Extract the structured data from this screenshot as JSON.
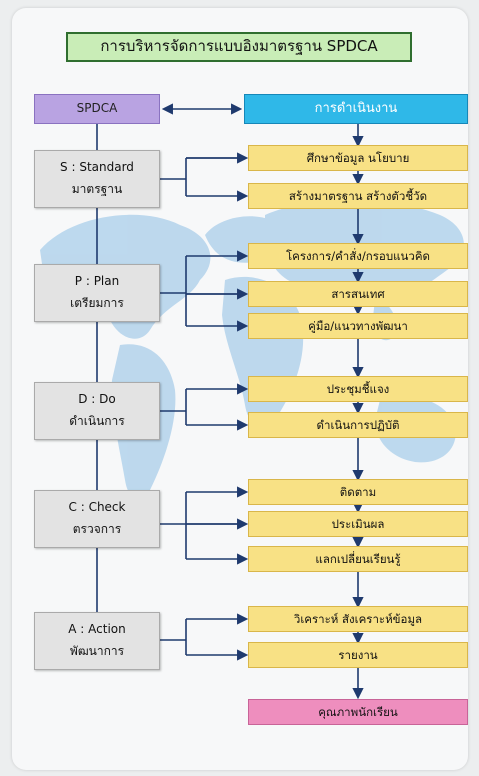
{
  "title": "การบริหารจัดการแบบอิงมาตรฐาน SPDCA",
  "headers": {
    "left": "SPDCA",
    "right": "การดำเนินงาน"
  },
  "stages": [
    {
      "code": "S : Standard",
      "label": "มาตรฐาน"
    },
    {
      "code": "P : Plan",
      "label": "เตรียมการ"
    },
    {
      "code": "D : Do",
      "label": "ดำเนินการ"
    },
    {
      "code": "C : Check",
      "label": "ตรวจการ"
    },
    {
      "code": "A : Action",
      "label": "พัฒนาการ"
    }
  ],
  "activities": [
    "ศึกษาข้อมูล นโยบาย",
    "สร้างมาตรฐาน สร้างตัวชี้วัด",
    "โครงการ/คำสั่ง/กรอบแนวคิด",
    "สารสนเทศ",
    "คู่มือ/แนวทางพัฒนา",
    "ประชุมชี้แจง",
    "ดำเนินการปฏิบัติ",
    "ติดตาม",
    "ประเมินผล",
    "แลกเปลี่ยนเรียนรู้",
    "วิเคราะห์ สังเคราะห์ข้อมูล",
    "รายงาน"
  ],
  "outcome": "คุณภาพนักเรียน",
  "colors": {
    "title_bg": "#c9edb7",
    "spdca_header": "#b9a3e2",
    "process_header": "#2fb8e8",
    "stage_box": "#e3e3e3",
    "activity_box": "#f8e185",
    "outcome_box": "#ee8ebe",
    "connector": "#1f3a6e",
    "map": "#b3d3ec"
  }
}
